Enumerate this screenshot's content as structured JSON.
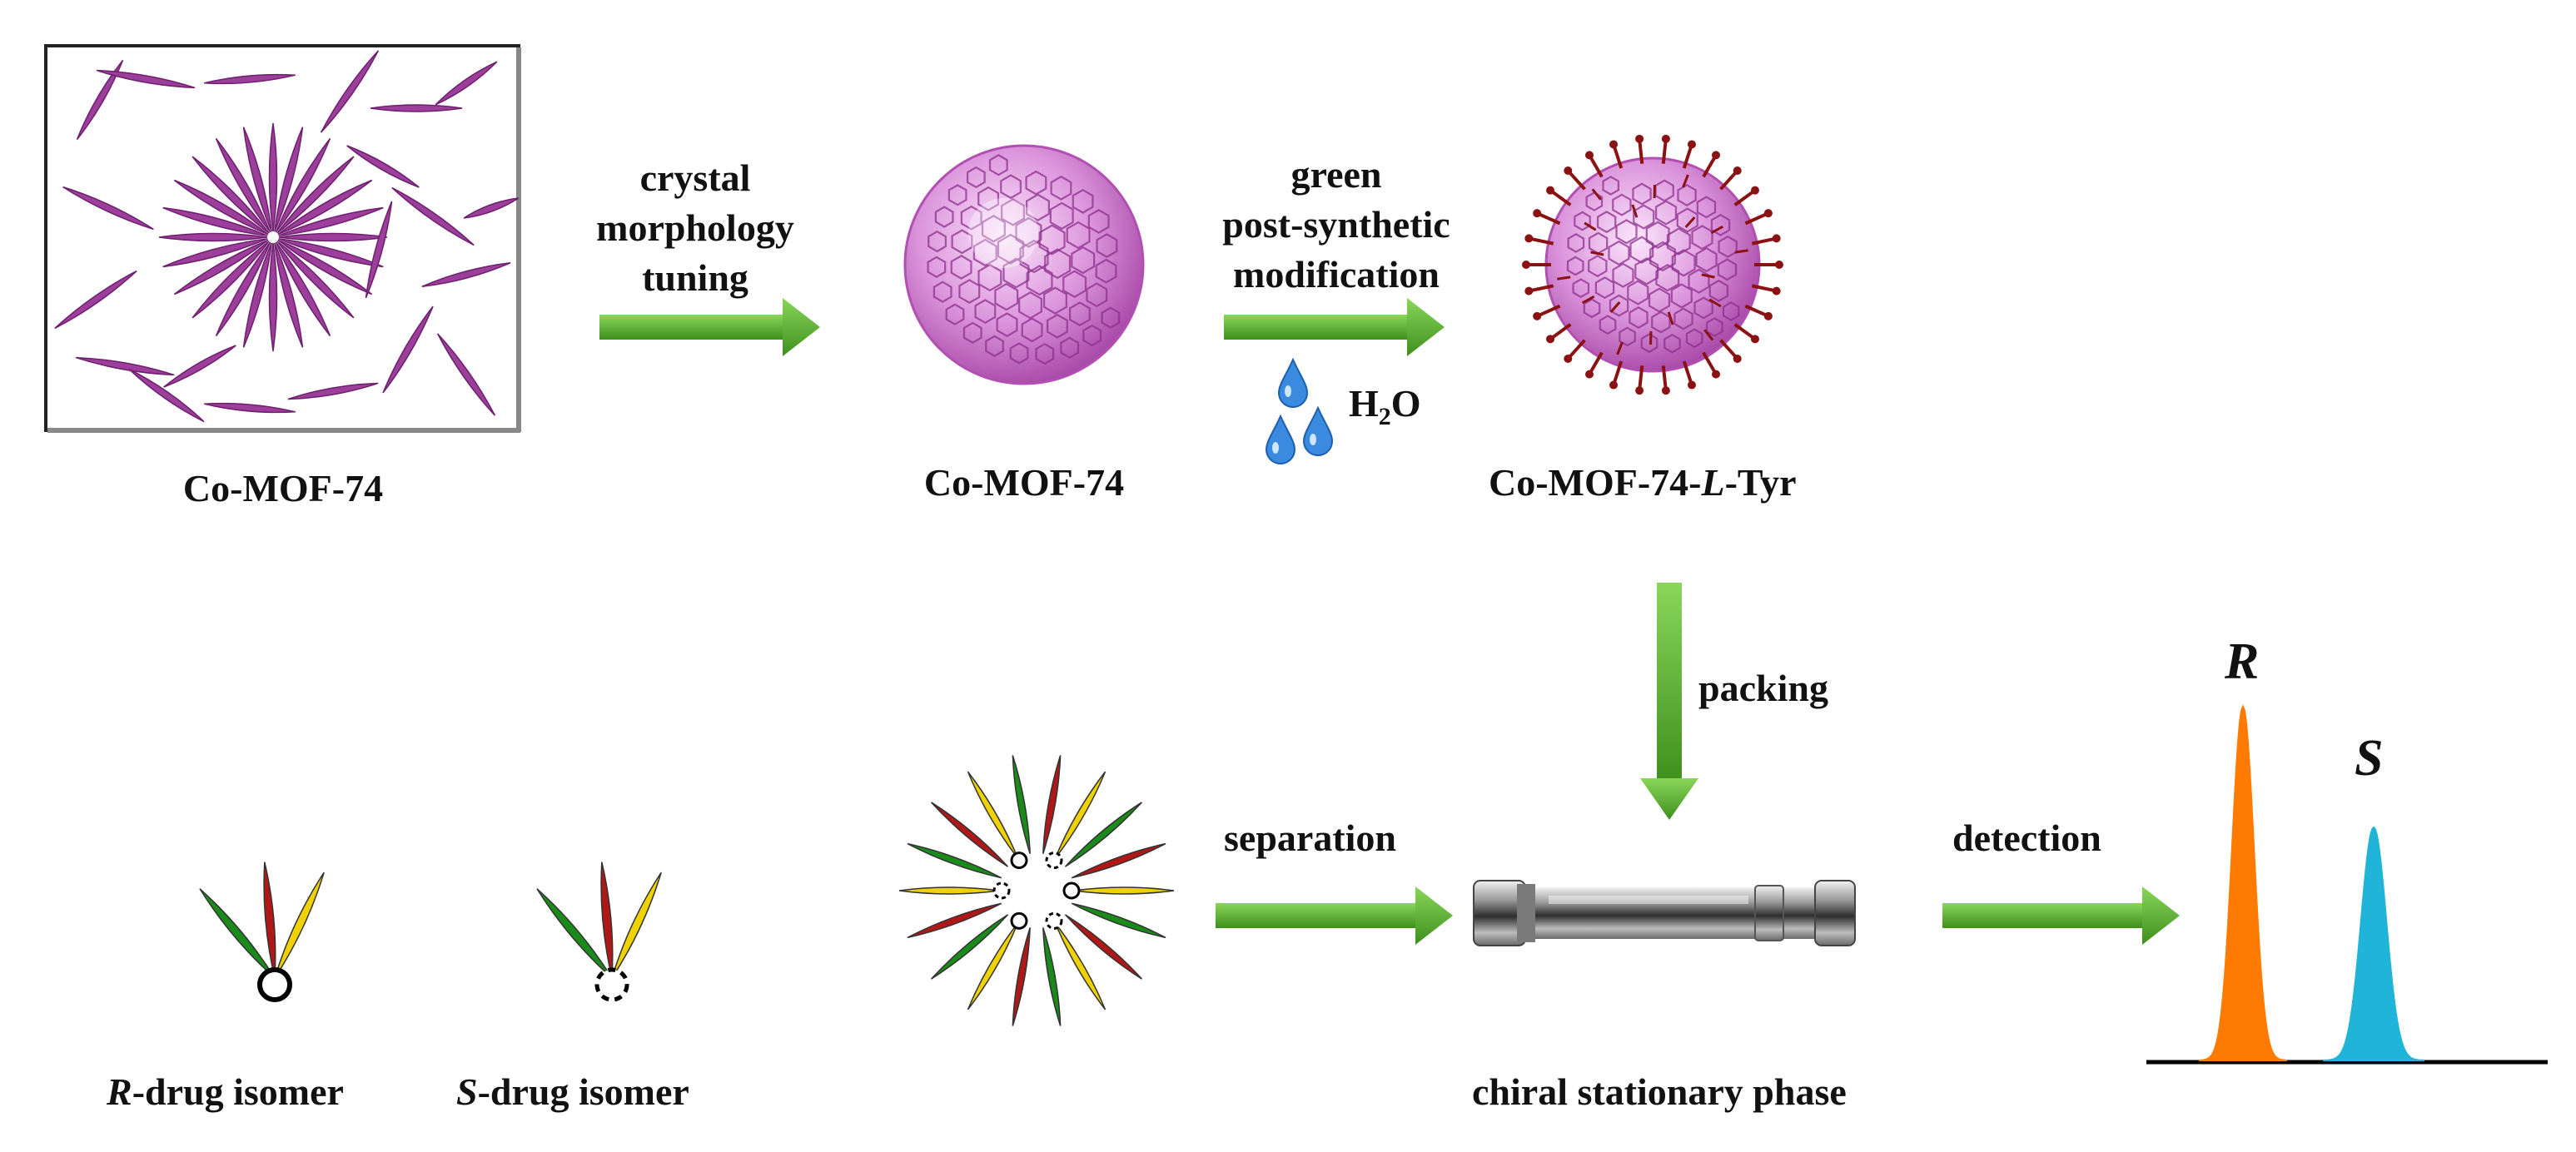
{
  "colors": {
    "arrow": "#5cb02a",
    "arrow_dark": "#3f8f1d",
    "crystal": "#9b3f9b",
    "sphere_pink": "#e2a6e2",
    "sphere_edge": "#b24fb2",
    "tyr": "#8b1212",
    "water": "#2f7fd8",
    "peak_r": "#ff7a00",
    "peak_s": "#1fb4d8",
    "ligand_green": "#1a8a1a",
    "ligand_red": "#b01818",
    "ligand_yellow": "#f0d200"
  },
  "labels": {
    "needles": "Co-MOF-74",
    "sphere": "Co-MOF-74",
    "tyr_prefix": "Co-MOF-74-",
    "tyr_italic": "L",
    "tyr_suffix": "-Tyr",
    "r_isomer_italic": "R",
    "r_isomer_rest": "-drug isomer",
    "s_isomer_italic": "S",
    "s_isomer_rest": "-drug isomer",
    "column": "chiral stationary phase",
    "peak_r": "R",
    "peak_s": "S"
  },
  "water": {
    "h": "H",
    "sub": "2",
    "o": "O"
  },
  "steps": {
    "tuning": [
      "crystal",
      "morphology",
      "tuning"
    ],
    "modification": [
      "green",
      "post-synthetic",
      "modification"
    ],
    "packing": "packing",
    "separation": "separation",
    "detection": "detection"
  }
}
